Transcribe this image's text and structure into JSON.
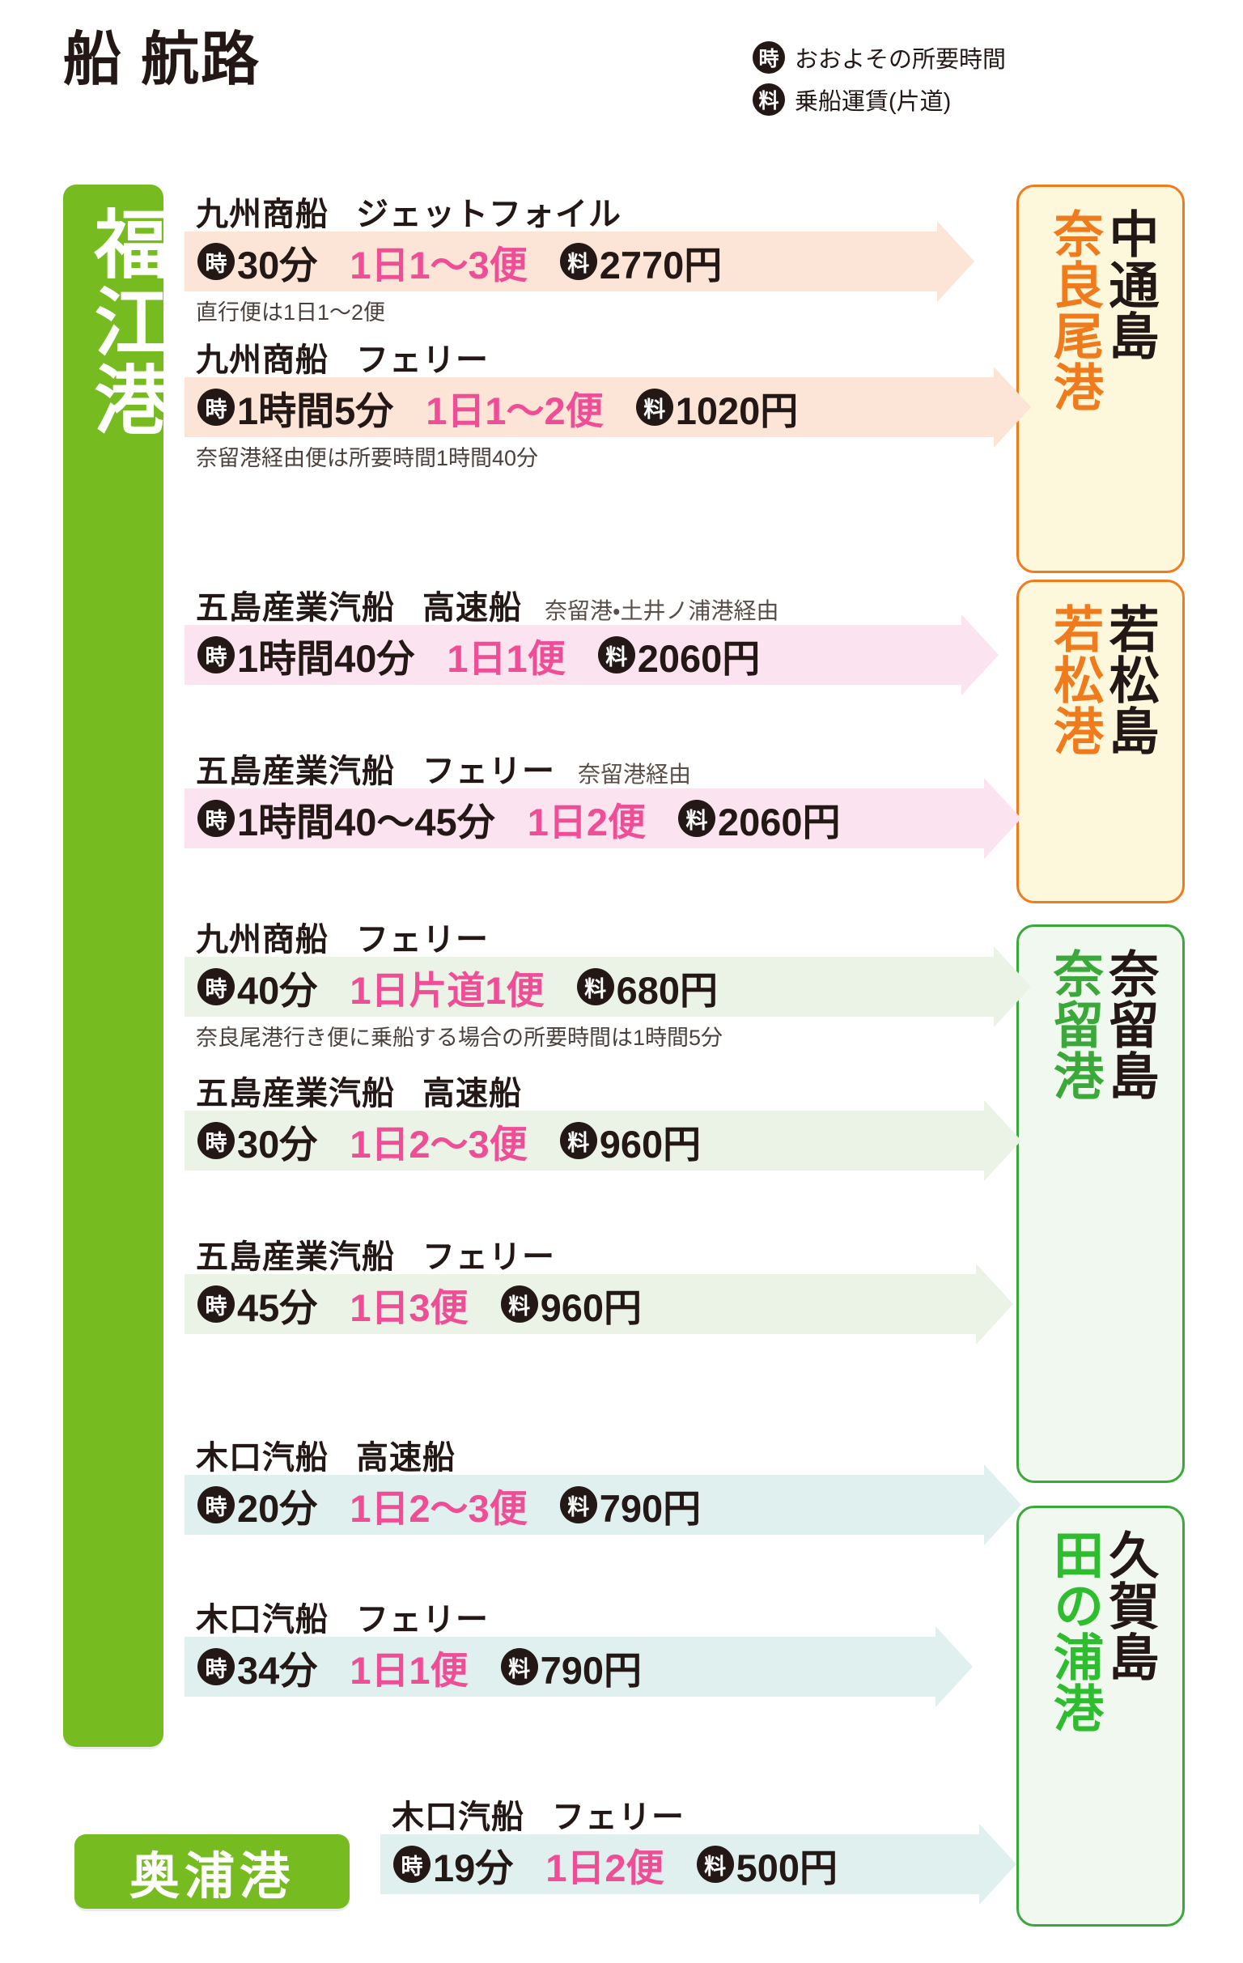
{
  "header": {
    "title": "船 航路",
    "legend": [
      {
        "icon": "time-icon",
        "badge": "時",
        "text": "おおよその所要時間"
      },
      {
        "icon": "fare-icon",
        "badge": "料",
        "text": "乗船運賃(片道)"
      }
    ]
  },
  "origins": [
    {
      "name": "福江港",
      "color": "#76bc21"
    },
    {
      "name": "奥浦港",
      "color": "#76bc21"
    }
  ],
  "destinations": [
    {
      "island": "中通島",
      "port": "奈良尾港",
      "accent": "#f07b1d",
      "border": "#f07b1d",
      "bg": "#fdf7dc"
    },
    {
      "island": "若松島",
      "port": "若松港",
      "accent": "#f07b1d",
      "border": "#f07b1d",
      "bg": "#fdf7dc"
    },
    {
      "island": "奈留島",
      "port": "奈留港",
      "accent": "#3aa93a",
      "border": "#3aa93a",
      "bg": "#f1f8ef"
    },
    {
      "island": "久賀島",
      "port": "田の浦港",
      "accent": "#2ebd2e",
      "border": "#3aa93a",
      "bg": "#f1f8ef"
    }
  ],
  "routes": [
    {
      "operator": "九州商船",
      "vessel": "ジェットフォイル",
      "vessel_note": "",
      "duration_badge": "時",
      "duration": "30分",
      "frequency": "1日1〜3便",
      "fare_badge": "料",
      "fare": "2770円",
      "note": "直行便は1日1〜2便",
      "color": "peach"
    },
    {
      "operator": "九州商船",
      "vessel": "フェリー",
      "vessel_note": "",
      "duration_badge": "時",
      "duration": "1時間5分",
      "frequency": "1日1〜2便",
      "fare_badge": "料",
      "fare": "1020円",
      "note": "奈留港経由便は所要時間1時間40分",
      "color": "peach"
    },
    {
      "operator": "五島産業汽船",
      "vessel": "高速船",
      "vessel_note": "奈留港・土井ノ浦港経由",
      "duration_badge": "時",
      "duration": "1時間40分",
      "frequency": "1日1便",
      "fare_badge": "料",
      "fare": "2060円",
      "note": "",
      "color": "pink"
    },
    {
      "operator": "五島産業汽船",
      "vessel": "フェリー",
      "vessel_note": "奈留港経由",
      "duration_badge": "時",
      "duration": "1時間40〜45分",
      "frequency": "1日2便",
      "fare_badge": "料",
      "fare": "2060円",
      "note": "",
      "color": "pink"
    },
    {
      "operator": "九州商船",
      "vessel": "フェリー",
      "vessel_note": "",
      "duration_badge": "時",
      "duration": "40分",
      "frequency": "1日片道1便",
      "fare_badge": "料",
      "fare": "680円",
      "note": "奈良尾港行き便に乗船する場合の所要時間は1時間5分",
      "color": "mint"
    },
    {
      "operator": "五島産業汽船",
      "vessel": "高速船",
      "vessel_note": "",
      "duration_badge": "時",
      "duration": "30分",
      "frequency": "1日2〜3便",
      "fare_badge": "料",
      "fare": "960円",
      "note": "",
      "color": "mint"
    },
    {
      "operator": "五島産業汽船",
      "vessel": "フェリー",
      "vessel_note": "",
      "duration_badge": "時",
      "duration": "45分",
      "frequency": "1日3便",
      "fare_badge": "料",
      "fare": "960円",
      "note": "",
      "color": "mint"
    },
    {
      "operator": "木口汽船",
      "vessel": "高速船",
      "vessel_note": "",
      "duration_badge": "時",
      "duration": "20分",
      "frequency": "1日2〜3便",
      "fare_badge": "料",
      "fare": "790円",
      "note": "",
      "color": "cyan"
    },
    {
      "operator": "木口汽船",
      "vessel": "フェリー",
      "vessel_note": "",
      "duration_badge": "時",
      "duration": "34分",
      "frequency": "1日1便",
      "fare_badge": "料",
      "fare": "790円",
      "note": "",
      "color": "cyan"
    },
    {
      "operator": "木口汽船",
      "vessel": "フェリー",
      "vessel_note": "",
      "duration_badge": "時",
      "duration": "19分",
      "frequency": "1日2便",
      "fare_badge": "料",
      "fare": "500円",
      "note": "",
      "color": "cyan"
    }
  ]
}
